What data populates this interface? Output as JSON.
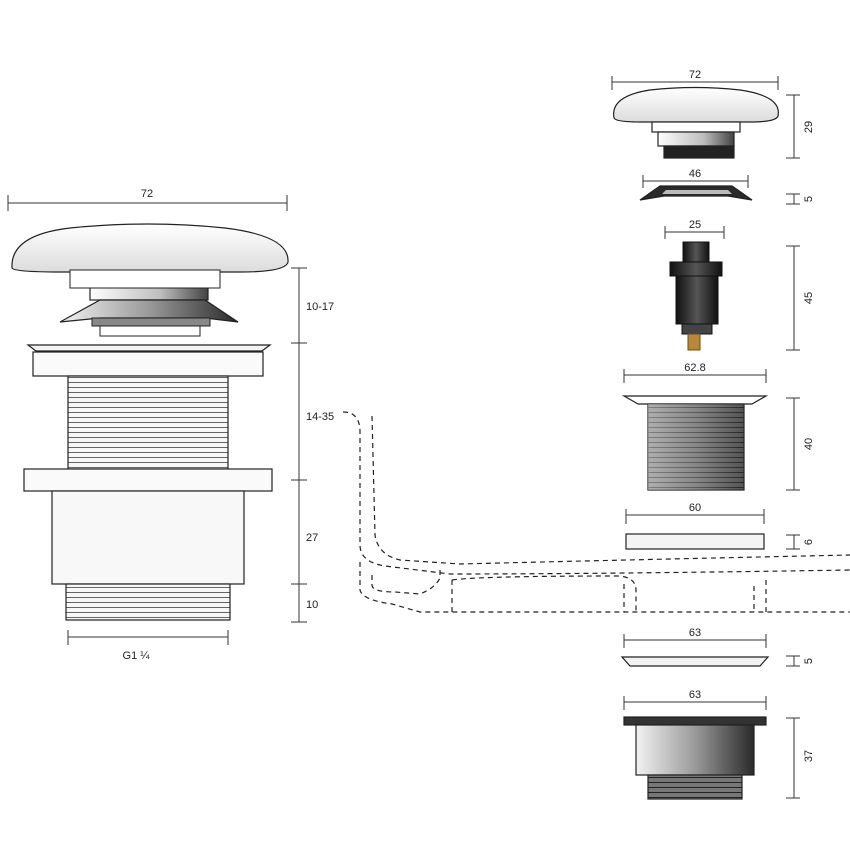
{
  "assembly_view": {
    "width_label": "72",
    "heights": [
      "10-17",
      "14-35",
      "27",
      "10"
    ],
    "thread_label": "G1 ¼"
  },
  "exploded_view": {
    "cap": {
      "width": "72",
      "height": "29"
    },
    "seal_ring": {
      "width": "46",
      "height": "5"
    },
    "cartridge": {
      "width": "25",
      "height": "45"
    },
    "threaded_body": {
      "width": "62.8",
      "height": "40"
    },
    "flat_washer": {
      "width": "60",
      "height": "6"
    },
    "gasket": {
      "width": "63",
      "height": "5"
    },
    "base_nut": {
      "width": "63",
      "height": "37"
    }
  },
  "colors": {
    "line": "#222222",
    "metal_dark": "#3a3a3a",
    "metal_light": "#e8e8e8"
  }
}
